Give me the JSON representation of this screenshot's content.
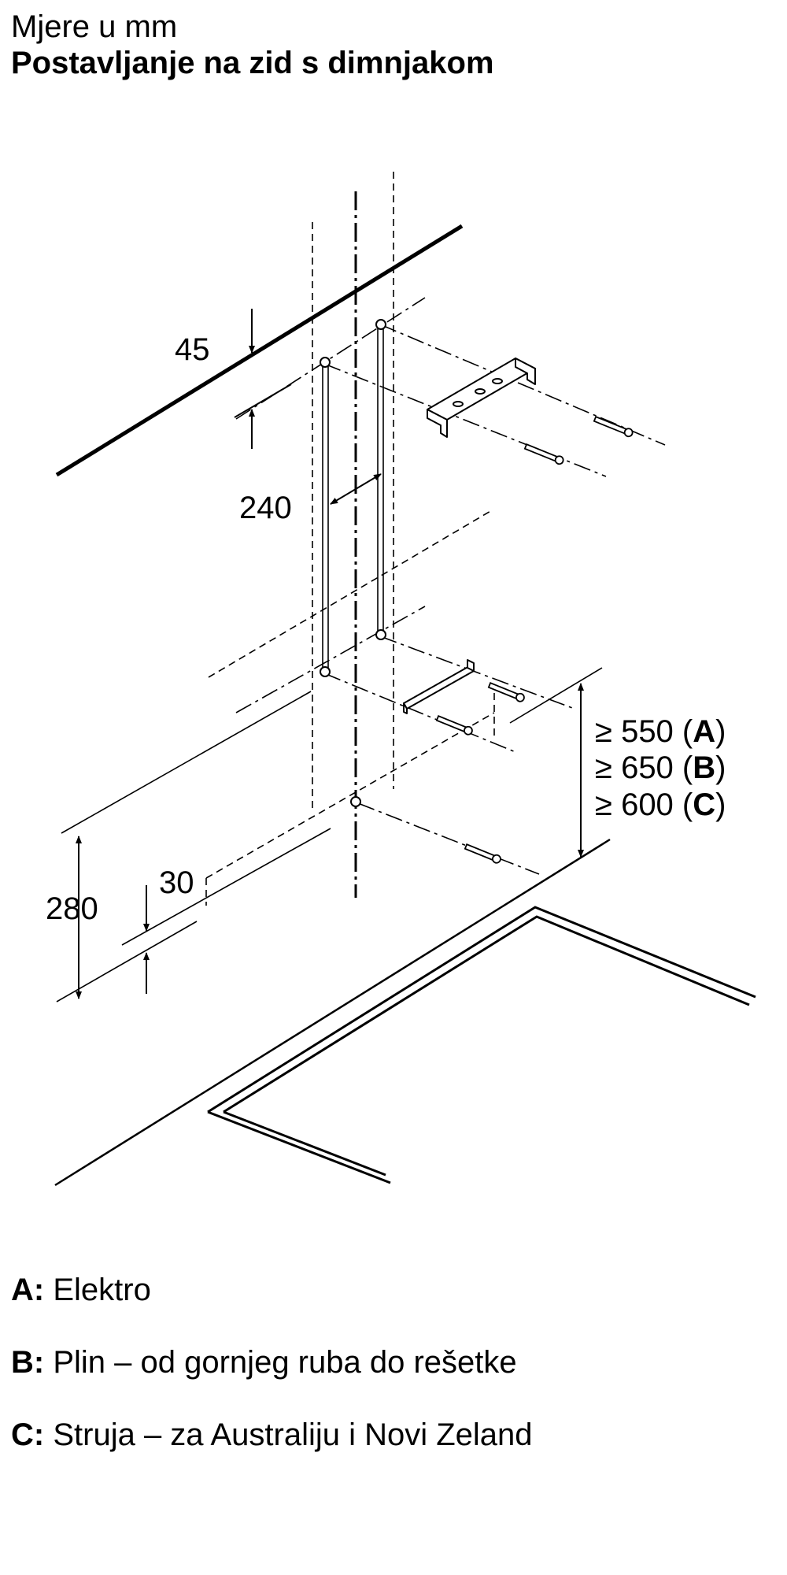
{
  "header": {
    "units": "Mjere u mm",
    "title": "Postavljanje na zid s dimnjakom"
  },
  "dimensions": {
    "d45": "45",
    "d240": "240",
    "d30": "30",
    "d280": "280",
    "clearance": [
      {
        "prefix": "≥ 550 (",
        "letter": "A",
        "suffix": ")"
      },
      {
        "prefix": "≥ 650 (",
        "letter": "B",
        "suffix": ")"
      },
      {
        "prefix": "≥ 600 (",
        "letter": "C",
        "suffix": ")"
      }
    ]
  },
  "legend": [
    {
      "key": "A:",
      "text": "Elektro"
    },
    {
      "key": "B:",
      "text": "Plin – od gornjeg ruba do rešetke"
    },
    {
      "key": "C:",
      "text": "Struja – za Australiju i Novi Zeland"
    }
  ]
}
